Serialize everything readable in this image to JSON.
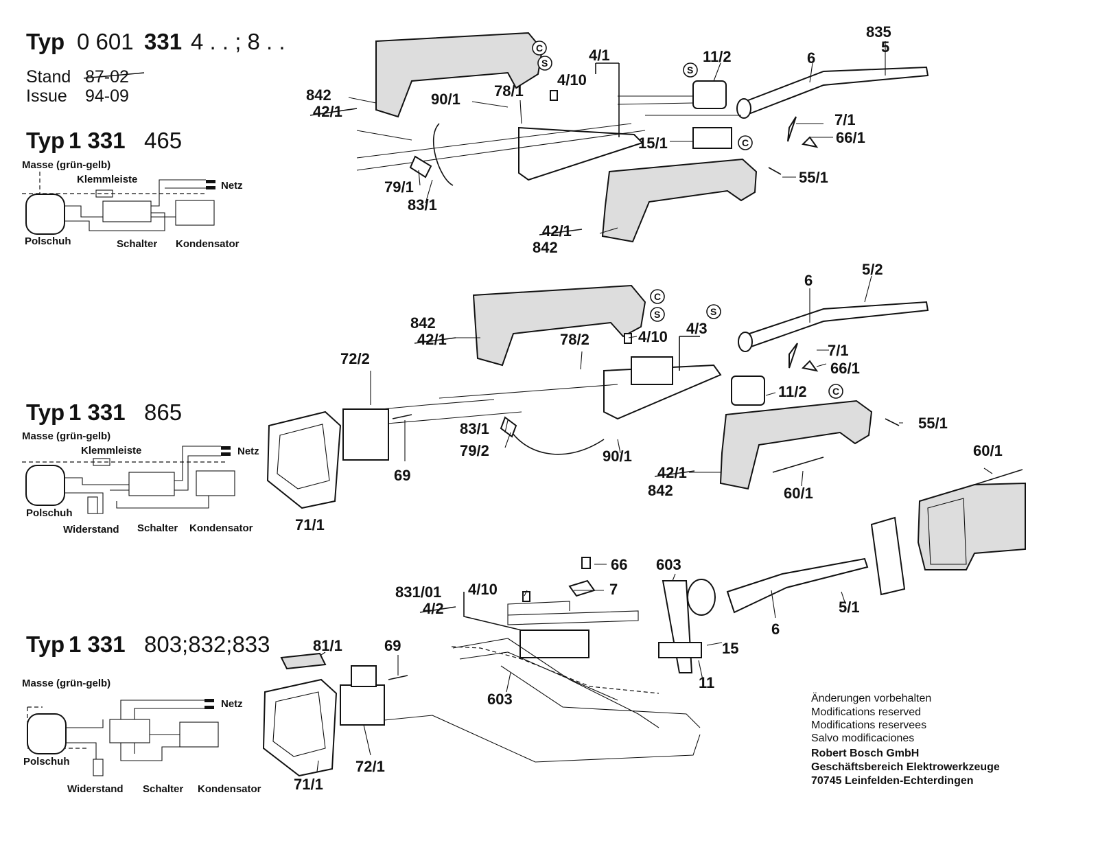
{
  "header": {
    "typ_word": "Typ",
    "typ_number_a": "0 601",
    "typ_number_b": "331",
    "typ_number_c": "4 . . ; 8 . .",
    "stand_label": "Stand",
    "stand_value": "87-02",
    "issue_label": "Issue",
    "issue_value": "94-09"
  },
  "types": [
    {
      "word": "Typ",
      "series": "1 331",
      "variant": "465"
    },
    {
      "word": "Typ",
      "series": "1 331",
      "variant": "865"
    },
    {
      "word": "Typ",
      "series": "1 331",
      "variant": "803;832;833"
    }
  ],
  "wiring": {
    "masse": "Masse (grün-gelb)",
    "klemmleiste": "Klemmleiste",
    "netz": "Netz",
    "polschuh": "Polschuh",
    "schalter": "Schalter",
    "kondensator": "Kondensator",
    "widerstand": "Widerstand"
  },
  "parts_top": {
    "p835": "835",
    "p5": "5",
    "p4_1": "4/1",
    "p11_2": "11/2",
    "p6": "6",
    "p4_10": "4/10",
    "p842a": "842",
    "p42_1a": "42/1",
    "p90_1": "90/1",
    "p78_1": "78/1",
    "p7_1": "7/1",
    "p66_1": "66/1",
    "p15_1": "15/1",
    "p55_1": "55/1",
    "p79_1": "79/1",
    "p83_1": "83/1",
    "p42_1b": "42/1",
    "p842b": "842"
  },
  "parts_mid": {
    "p6": "6",
    "p5_2": "5/2",
    "p842a": "842",
    "p42_1a": "42/1",
    "p4_10": "4/10",
    "p4_3": "4/3",
    "p78_2": "78/2",
    "p72_2": "72/2",
    "p7_1": "7/1",
    "p66_1": "66/1",
    "p11_2": "11/2",
    "p55_1": "55/1",
    "p83_1": "83/1",
    "p79_2": "79/2",
    "p69": "69",
    "p90_1": "90/1",
    "p42_1b": "42/1",
    "p842b": "842",
    "p60_1a": "60/1",
    "p60_1b": "60/1",
    "p71_1": "71/1"
  },
  "parts_bot": {
    "p66": "66",
    "p603a": "603",
    "p831_01": "831/01",
    "p4_10": "4/10",
    "p4_2": "4/2",
    "p7": "7",
    "p81_1": "81/1",
    "p69": "69",
    "p603b": "603",
    "p15": "15",
    "p6": "6",
    "p5_1": "5/1",
    "p11": "11",
    "p71_1": "71/1",
    "p72_1": "72/1"
  },
  "circle_marks": {
    "c": "C",
    "s": "S"
  },
  "footer": {
    "line1": "Änderungen vorbehalten",
    "line2": "Modifications reserved",
    "line3": "Modifications reservees",
    "line4": "Salvo modificaciones",
    "line5": "Robert Bosch GmbH",
    "line6": "Geschäftsbereich Elektrowerkzeuge",
    "line7": "70745 Leinfelden-Echterdingen"
  }
}
